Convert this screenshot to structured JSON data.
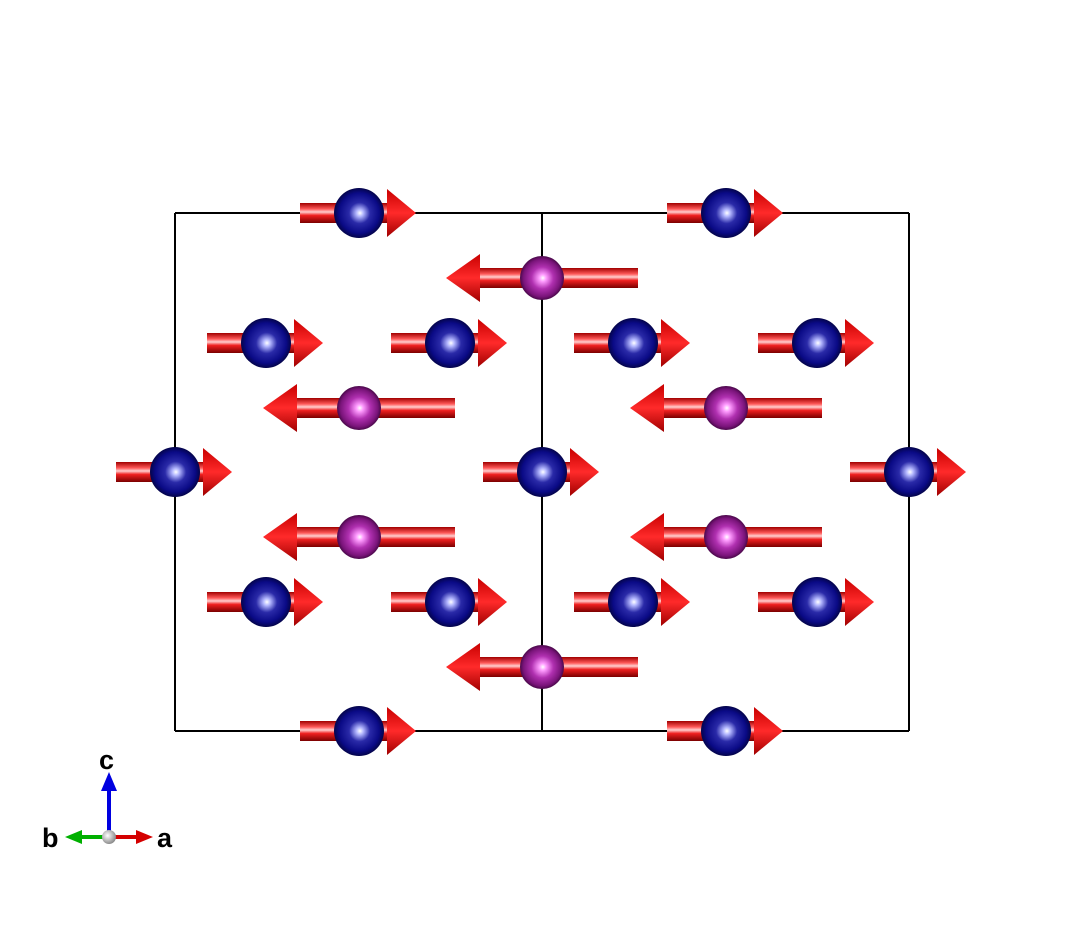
{
  "colors": {
    "background": "#ffffff",
    "cell_edge": "#000000",
    "spin_arrow": "#e60000",
    "atom_blue": "#0a0a8c",
    "atom_magenta": "#a020a0",
    "axis_a": "#d40000",
    "axis_b": "#00b000",
    "axis_c": "#0000e0",
    "axis_origin": "#c8c8c8"
  },
  "structure": {
    "moment_axis": "a",
    "spin_sites": [
      {
        "species": "blue",
        "moment": "+a"
      },
      {
        "species": "blue",
        "moment": "+a"
      },
      {
        "species": "magenta",
        "moment": "-a"
      },
      {
        "species": "blue",
        "moment": "+a"
      },
      {
        "species": "blue",
        "moment": "+a"
      },
      {
        "species": "blue",
        "moment": "+a"
      },
      {
        "species": "blue",
        "moment": "+a"
      },
      {
        "species": "magenta",
        "moment": "-a"
      },
      {
        "species": "magenta",
        "moment": "-a"
      },
      {
        "species": "blue",
        "moment": "+a"
      },
      {
        "species": "blue",
        "moment": "+a"
      },
      {
        "species": "blue",
        "moment": "+a"
      },
      {
        "species": "magenta",
        "moment": "-a"
      },
      {
        "species": "magenta",
        "moment": "-a"
      },
      {
        "species": "blue",
        "moment": "+a"
      },
      {
        "species": "blue",
        "moment": "+a"
      },
      {
        "species": "blue",
        "moment": "+a"
      },
      {
        "species": "blue",
        "moment": "+a"
      },
      {
        "species": "magenta",
        "moment": "-a"
      },
      {
        "species": "blue",
        "moment": "+a"
      },
      {
        "species": "blue",
        "moment": "+a"
      }
    ]
  },
  "axes": {
    "a_label": "a",
    "b_label": "b",
    "c_label": "c"
  }
}
